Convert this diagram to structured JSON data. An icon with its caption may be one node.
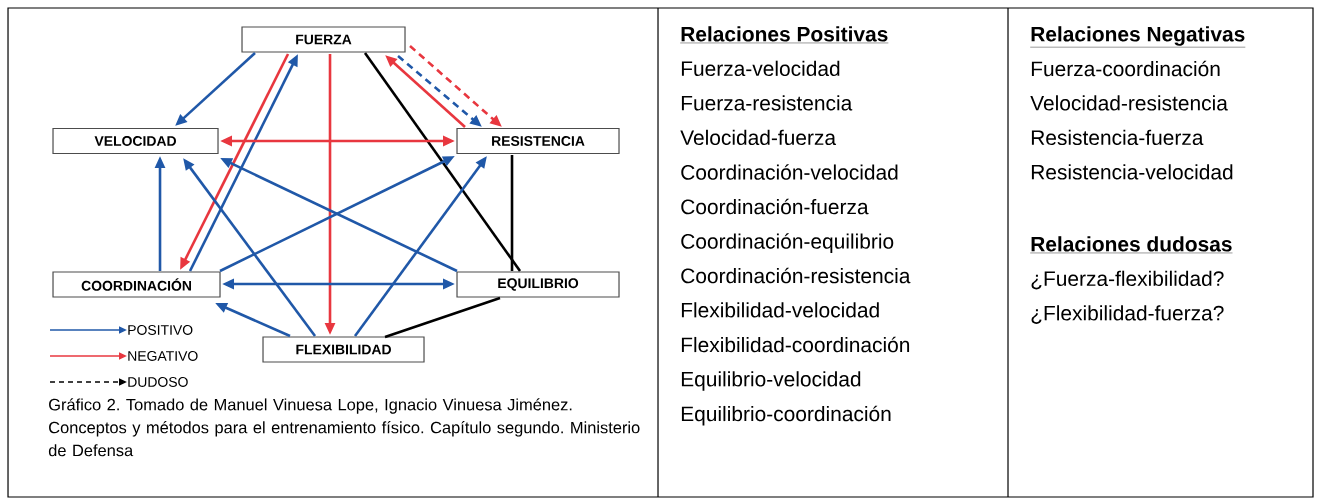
{
  "diagram": {
    "caption": "Gráfico 2. Tomado de Manuel Vinuesa Lope, Ignacio Vinuesa Jiménez. Conceptos y métodos para el entrenamiento físico. Capítulo segundo. Ministerio de Defensa",
    "nodes": [
      {
        "text": [
          "FUERZA"
        ]
      },
      {
        "text": [
          "VELOCIDAD"
        ]
      },
      {
        "text": [
          "RESISTENCIA"
        ]
      },
      {
        "text": [
          "COORDINACIÓN"
        ]
      },
      {
        "text": [
          "EQUILIBRIO"
        ]
      },
      {
        "text": [
          "FLEXIBILIDAD"
        ]
      }
    ],
    "edges": [
      {
        "from": 0,
        "to": 1,
        "arrow": "to"
      },
      {
        "from": 3,
        "to": 0,
        "arrow": "to"
      },
      {
        "from": 0,
        "to": 3,
        "arrow": "to",
        "color": "#e8373f"
      },
      {
        "from": 0,
        "to": 5,
        "arrow": "to",
        "color": "#e8373f"
      },
      {
        "from": 0,
        "to": 4,
        "arrow": "none",
        "color": "#000000"
      },
      {
        "from": 2,
        "to": 0,
        "arrow": "to",
        "color": "#e8373f"
      },
      {
        "from": 0,
        "to": 2,
        "arrow": "to",
        "style": "dashed"
      },
      {
        "from": 0,
        "to": 2,
        "arrow": "to",
        "style": "dashed",
        "color": "#e8373f"
      },
      {
        "from": 1,
        "to": 2,
        "arrow": "both",
        "color": "#e8373f"
      },
      {
        "from": 3,
        "to": 1,
        "arrow": "to"
      },
      {
        "from": 5,
        "to": 1,
        "arrow": "to"
      },
      {
        "from": 4,
        "to": 1,
        "arrow": "to"
      },
      {
        "from": 3,
        "to": 2,
        "arrow": "to"
      },
      {
        "from": 5,
        "to": 2,
        "arrow": "to"
      },
      {
        "from": 2,
        "to": 4,
        "arrow": "none",
        "color": "#000000"
      },
      {
        "from": 3,
        "to": 4,
        "arrow": "both"
      },
      {
        "from": 5,
        "to": 3,
        "arrow": "to"
      },
      {
        "from": 5,
        "to": 4,
        "arrow": "none",
        "color": "#000000"
      }
    ],
    "labels": [
      "Relaciones Positivas",
      "Fuerza-velocidad",
      "Fuerza-resistencia",
      "Velocidad-fuerza",
      "Coordinación-velocidad",
      "Coordinación-fuerza",
      "Coordinación-equilibrio",
      "Coordinación-resistencia",
      "Flexibilidad-velocidad",
      "Flexibilidad-coordinación",
      "Equilibrio-velocidad",
      "Equilibrio-coordinación",
      "Relaciones Negativas",
      "Fuerza-coordinación",
      "Velocidad-resistencia",
      "Resistencia-fuerza",
      "Resistencia-velocidad",
      "Relaciones dudosas",
      "¿Fuerza-flexibilidad?",
      "¿Flexibilidad-fuerza?"
    ],
    "legend": [
      {
        "text": "POSITIVO"
      },
      {
        "text": "NEGATIVO"
      },
      {
        "text": "DUDOSO"
      }
    ]
  }
}
